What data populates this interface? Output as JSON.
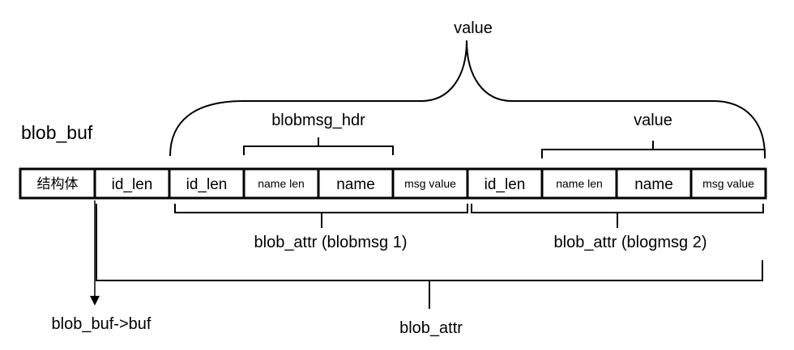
{
  "title": "blob_buf",
  "top_brace_label": "value",
  "hdr_brace_label": "blobmsg_hdr",
  "inner_value_label": "value",
  "cells": [
    {
      "text": "结构体"
    },
    {
      "text": "id_len"
    },
    {
      "text": "id_len"
    },
    {
      "text": "name len"
    },
    {
      "text": "name"
    },
    {
      "text": "msg value"
    },
    {
      "text": "id_len"
    },
    {
      "text": "name len"
    },
    {
      "text": "name"
    },
    {
      "text": "msg value"
    }
  ],
  "attr1_label": "blob_attr (blobmsg 1)",
  "attr2_label": "blob_attr (blogmsg 2)",
  "buf_pointer_label": "blob_buf->buf",
  "blob_attr_label": "blob_attr"
}
